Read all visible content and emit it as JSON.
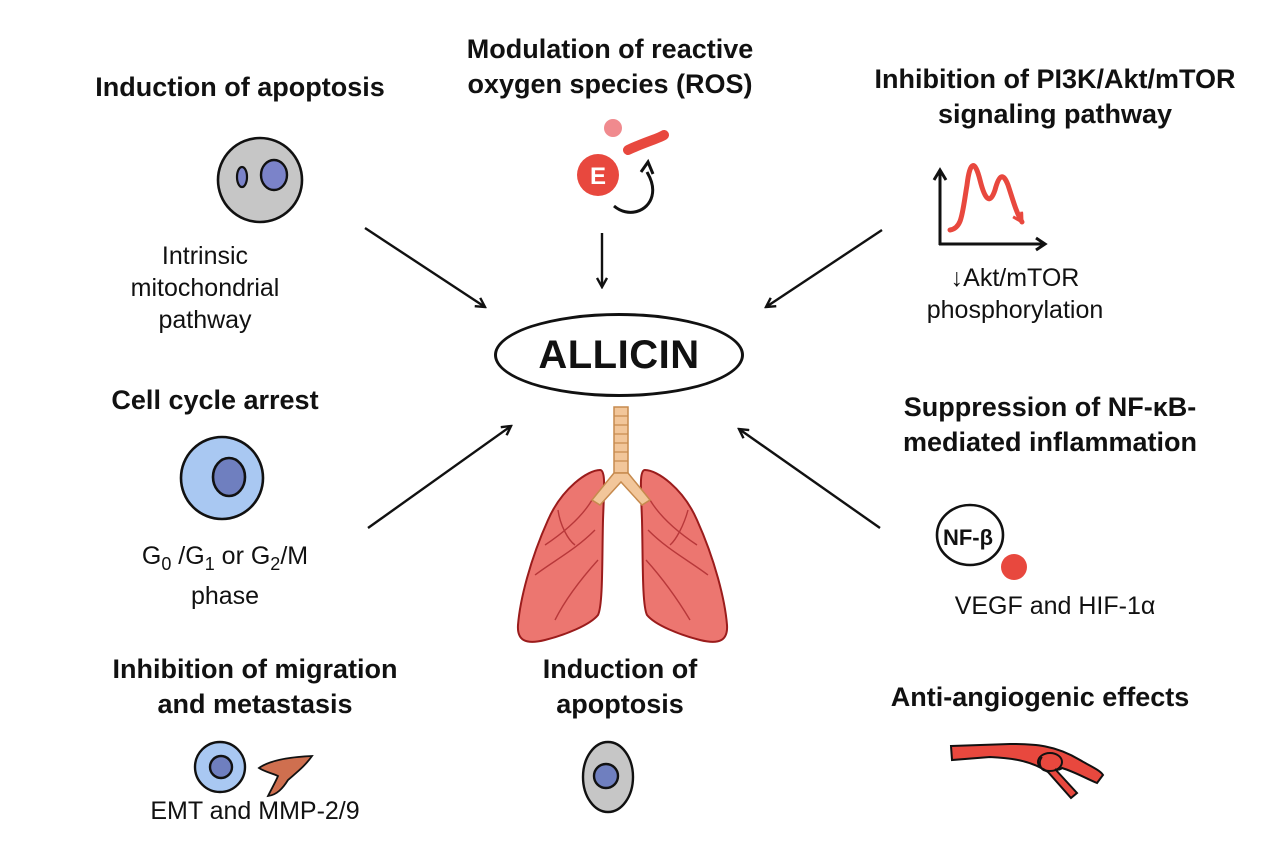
{
  "center": {
    "label": "ALLICIN"
  },
  "mechanisms": {
    "apoptosis_top": {
      "title": "Induction of apoptosis",
      "detail": "Intrinsic\nmitochondrial\npathway"
    },
    "ros": {
      "title": "Modulation of reactive\noxygen species (ROS)",
      "icon_letter": "E"
    },
    "pi3k": {
      "title": "Inhibition of PI3K/Akt/mTOR\nsignaling pathway",
      "detail": "↓Akt/mTOR\nphosphorylation"
    },
    "cell_cycle": {
      "title": "Cell cycle arrest",
      "detail_parts": [
        "G",
        "0",
        " /G",
        "1",
        " or G",
        "2",
        "/M"
      ],
      "detail_line2": "phase"
    },
    "nfkb": {
      "title": "Suppression of NF-κB-\nmediated inflammation",
      "icon_label": "NF-β",
      "detail": "VEGF and HIF-1α"
    },
    "migration": {
      "title": "Inhibition of migration\nand metastasis",
      "detail": "EMT and MMP-2/9"
    },
    "apoptosis_bottom": {
      "title": "Induction of\napoptosis"
    },
    "angiogenesis": {
      "title": "Anti-angiogenic effects"
    }
  },
  "colors": {
    "red": "#e8483e",
    "pink": "#f08a8e",
    "lung": "#ec7670",
    "lung_outline": "#9b1c1c",
    "trachea": "#f2c69a",
    "cell_gray": "#c6c6c6",
    "nucleus": "#7b83c9",
    "cell_blue": "#a9c8f2",
    "nucleus_blue": "#6f7fbf",
    "fibroblast": "#cf6f4f"
  }
}
